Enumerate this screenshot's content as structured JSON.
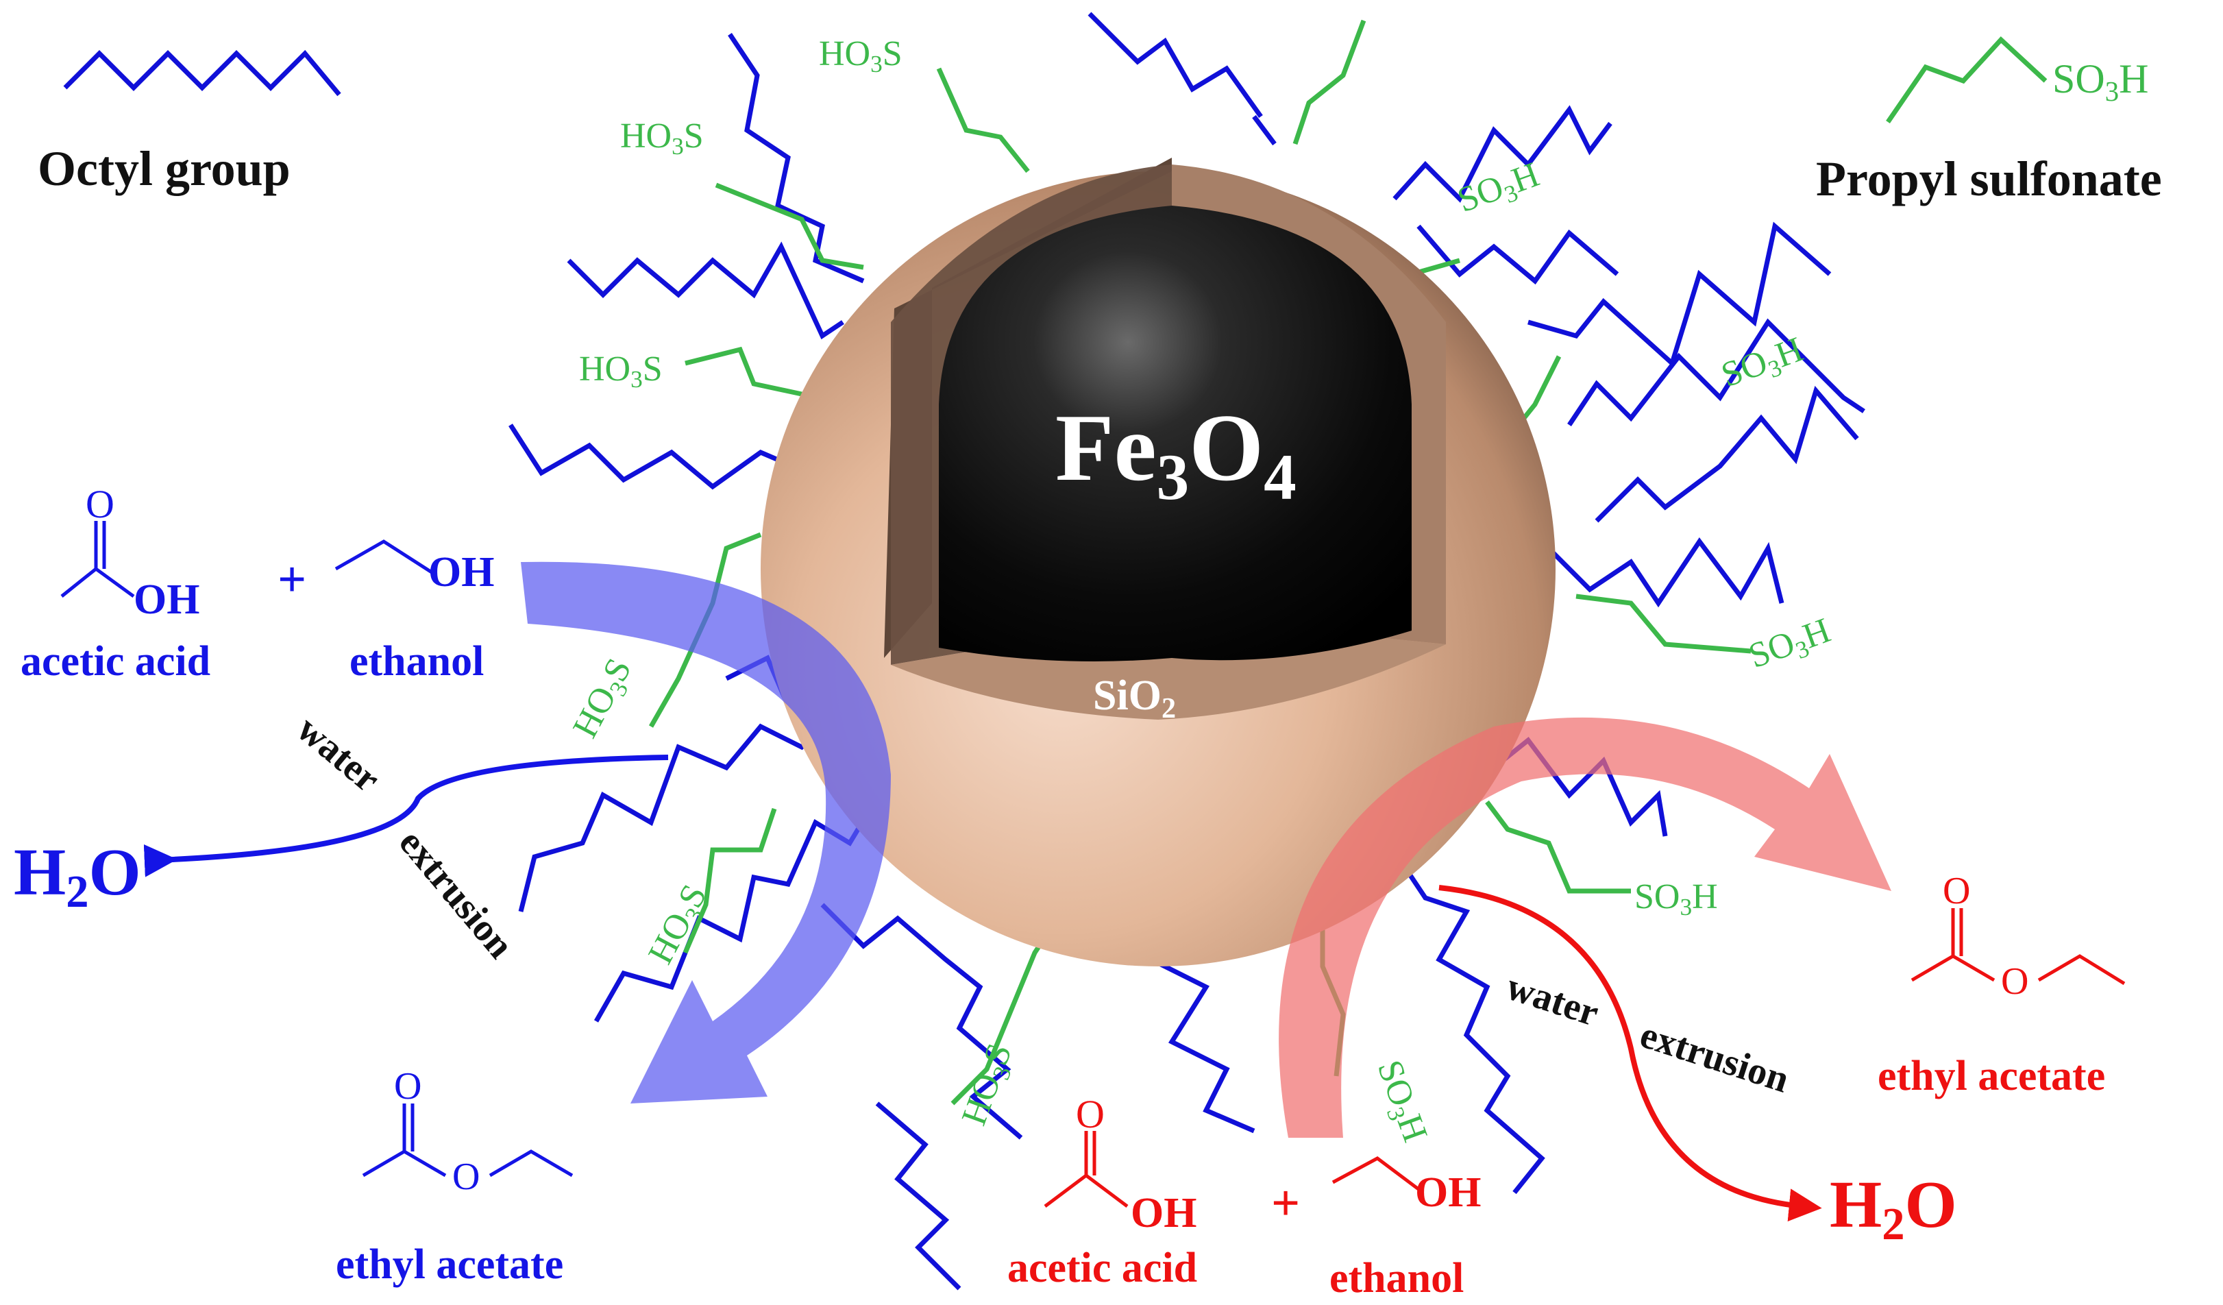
{
  "legend": {
    "octyl_label": "Octyl group",
    "propyl_label": "Propyl sulfonate",
    "propyl_group": "SO3H"
  },
  "particle": {
    "core_label_main": "Fe",
    "core_sub1": "3",
    "core_label_mid": "O",
    "core_sub2": "4",
    "shell_label_main": "SiO",
    "shell_sub": "2"
  },
  "groups": {
    "so3h_s": "SO",
    "so3h_h": "H",
    "ho3s_ho": "HO",
    "ho3s_s": "S",
    "sub3": "3"
  },
  "left_reaction": {
    "o": "O",
    "oh": "OH",
    "plus": "+",
    "acetic_acid": "acetic acid",
    "ethanol": "ethanol",
    "water": "water",
    "extrusion": "extrusion",
    "h2o_h": "H",
    "h2o_2": "2",
    "h2o_o": "O",
    "product": "ethyl acetate",
    "ester_o": "O"
  },
  "right_reaction": {
    "o": "O",
    "oh": "OH",
    "plus": "+",
    "acetic_acid": "acetic acid",
    "ethanol": "ethanol",
    "water": "water",
    "extrusion": "extrusion",
    "h2o_h": "H",
    "h2o_2": "2",
    "h2o_o": "O",
    "product": "ethyl acetate",
    "ester_o": "O"
  },
  "colors": {
    "octyl": "#1010d8",
    "sulfonate": "#3cb84a",
    "blue_text": "#1414e6",
    "red_text": "#ee1111",
    "core": "#0a0a0a",
    "shell": "#e3b79a"
  }
}
